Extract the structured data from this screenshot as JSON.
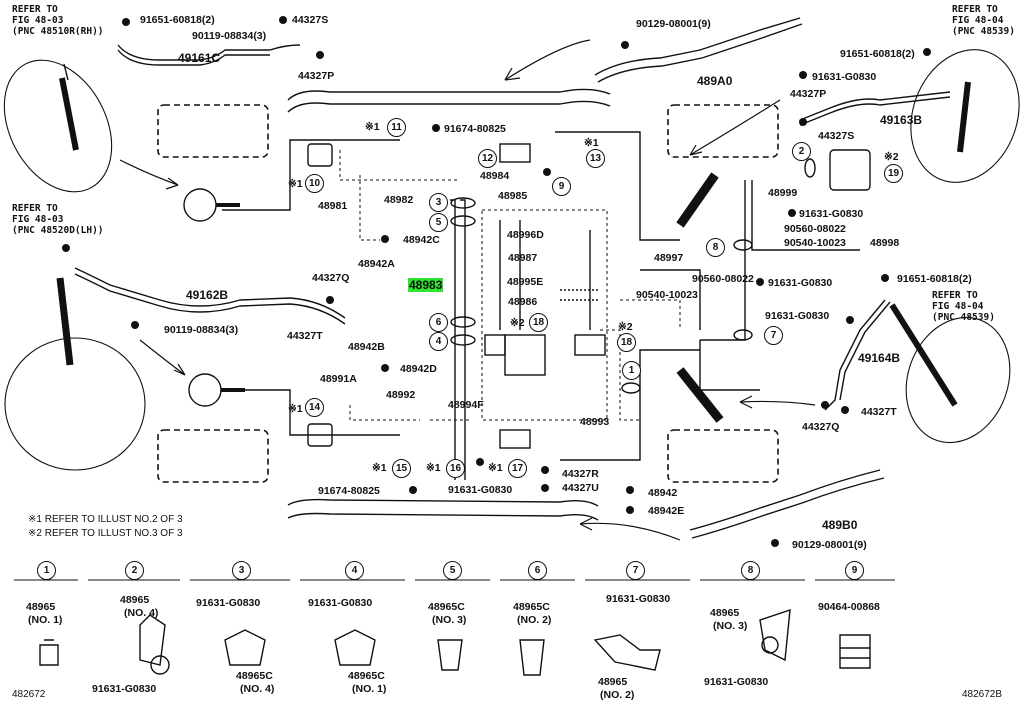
{
  "refs": {
    "top_left": {
      "l1": "REFER TO",
      "l2": "FIG 48-03",
      "l3": "(PNC 48510R(RH))"
    },
    "mid_left": {
      "l1": "REFER TO",
      "l2": "FIG 48-03",
      "l3": "(PNC 48520D(LH))"
    },
    "top_right": {
      "l1": "REFER TO",
      "l2": "FIG 48-04",
      "l3": "(PNC 48539)"
    },
    "mid_right": {
      "l1": "REFER TO",
      "l2": "FIG 48-04",
      "l3": "(PNC 48539)"
    }
  },
  "labels": {
    "p91651_a": "91651-60818(2)",
    "p44327S_a": "44327S",
    "p90119_a": "90119-08834(3)",
    "p49161C": "49161C",
    "p44327P_a": "44327P",
    "p90129_a": "90129-08001(9)",
    "p489A0": "489A0",
    "p91651_b": "91651-60818(2)",
    "p91631_a": "91631-G0830",
    "p44327P_b": "44327P",
    "p49163B": "49163B",
    "p44327S_b": "44327S",
    "p91674_a": "91674-80825",
    "p48984": "48984",
    "p48985": "48985",
    "p48999": "48999",
    "p48981": "48981",
    "p48982": "48982",
    "p48996D": "48996D",
    "p91631_b": "91631-G0830",
    "p90560_a": "90560-08022",
    "p90540_a": "90540-10023",
    "p48998": "48998",
    "p48942C": "48942C",
    "p48987": "48987",
    "p48942A": "48942A",
    "p91651_c": "91651-60818(2)",
    "p48997": "48997",
    "p44327Q_a": "44327Q",
    "p48983": "48983",
    "p48995E": "48995E",
    "p90560_b": "90560-08022",
    "p91631_c": "91631-G0830",
    "p90540_b": "90540-10023",
    "p49162B": "49162B",
    "p48986": "48986",
    "p90119_b": "90119-08834(3)",
    "p44327T_a": "44327T",
    "p91631_d": "91631-G0830",
    "p48942B": "48942B",
    "p48942D": "48942D",
    "p49164B": "49164B",
    "p48991A": "48991A",
    "p48992": "48992",
    "p48994F": "48994F",
    "p48993": "48993",
    "p44327T_b": "44327T",
    "p44327Q_b": "44327Q",
    "p44327R": "44327R",
    "p44327U": "44327U",
    "p91674_b": "91674-80825",
    "p91631_e": "91631-G0830",
    "p48942": "48942",
    "p48942E": "48942E",
    "p489B0": "489B0",
    "p90129_b": "90129-08001(9)"
  },
  "circles": {
    "c1": "1",
    "c2": "2",
    "c3": "3",
    "c4": "4",
    "c5": "5",
    "c6": "6",
    "c7": "7",
    "c8": "8",
    "c9": "9",
    "c10": "10",
    "c11": "11",
    "c12": "12",
    "c13": "13",
    "c14": "14",
    "c15": "15",
    "c16": "16",
    "c17": "17",
    "c18a": "18",
    "c18b": "18",
    "c19": "19"
  },
  "marks": {
    "m1_11": "※1",
    "m1_13": "※1",
    "m1_10": "※1",
    "m1_14": "※1",
    "m1_15": "※1",
    "m1_16": "※1",
    "m1_17": "※1",
    "m2_19": "※2",
    "m2_18a": "※2",
    "m2_18b": "※2"
  },
  "notes": {
    "n1": "※1 REFER TO ILLUST NO.2 OF 3",
    "n2": "※2 REFER TO ILLUST NO.3 OF 3"
  },
  "bottom_parts": [
    {
      "num": "1",
      "part": "48965",
      "sub": "(NO. 1)",
      "extra": ""
    },
    {
      "num": "2",
      "part": "48965",
      "sub": "(NO. 4)",
      "extra": "91631-G0830"
    },
    {
      "num": "3",
      "part": "48965C",
      "sub": "(NO. 4)",
      "extra": "91631-G0830"
    },
    {
      "num": "4",
      "part": "48965C",
      "sub": "(NO. 1)",
      "extra": "91631-G0830"
    },
    {
      "num": "5",
      "part": "48965C",
      "sub": "(NO. 3)",
      "extra": ""
    },
    {
      "num": "6",
      "part": "48965C",
      "sub": "(NO. 2)",
      "extra": ""
    },
    {
      "num": "7",
      "part": "48965",
      "sub": "(NO. 2)",
      "extra": "91631-G0830"
    },
    {
      "num": "8",
      "part": "48965",
      "sub": "(NO. 3)",
      "extra": "91631-G0830"
    },
    {
      "num": "9",
      "part": "90464-00868",
      "sub": "",
      "extra": ""
    }
  ],
  "codes": {
    "left": "482672",
    "right": "482672B"
  }
}
